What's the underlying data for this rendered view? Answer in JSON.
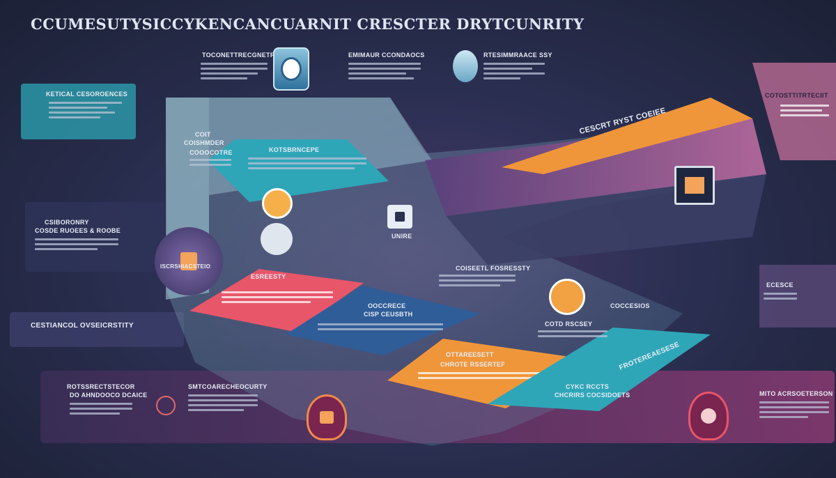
{
  "header": {
    "title": "CCUMESUTYSICCYKENCANCUARNIT CRESCTER   DRYTCUNRITY"
  },
  "labels": {
    "top_left_card": "KETICAL CESOROENCES",
    "top_mid_1": "TOCONETTRECGNETRYTE",
    "top_mid_2": "EMIMAUR CCONDAOCS",
    "top_mid_3": "RTESIMMRAACE SSY",
    "mid_left_1": "COIT",
    "mid_left_2": "COISHMDER",
    "mid_left_3": "COOOCOTRE",
    "left_mid": "CSIBORONRY",
    "left_mid_2": "COSDE RUOEES & ROOBE",
    "right_top": "COTOSTTITRTECIIT",
    "teal_block": "KOTSBRNCEPE",
    "orange_block": "CESCRT RYST COEIEE",
    "small_white": "UNIRE",
    "circle_label": "ISCRSHIACSTEIO",
    "red_block": "ESREESTY",
    "steps_mid": "COISEETL FOSRESSTY",
    "cyber": "OOCCRECE",
    "cyber_sub": "CISP CEUSBTH",
    "left_bottom": "CESTIANCOL OVSEICRSTITY",
    "orange_bottom": "OTTAREESETT",
    "orange_bottom_sub": "CHROTE RSSERTEF",
    "teal_bottom": "CYKC RCCTS",
    "teal_bottom_sub": "CHCRIRS COCSIDOETS",
    "right_mid": "COCCESIOS",
    "right_mid_2": "COTD RSCSEY",
    "right_small": "ECESCE",
    "bottom_1": "ROTSSRECTSTECOR",
    "bottom_1b": "DO AHNDOOCO DCAICE",
    "bottom_2": "SMTCOARECHEOCURTY",
    "bottom_3": "MITO ACRSOETERSON",
    "tilted": "FROTEREAESESE"
  },
  "colors": {
    "teal": "#2ea6b8",
    "orange": "#f0963a",
    "red": "#e8566a",
    "blue": "#2f5d97",
    "pink": "#a86aa0",
    "glass": "#8fb8c8"
  }
}
